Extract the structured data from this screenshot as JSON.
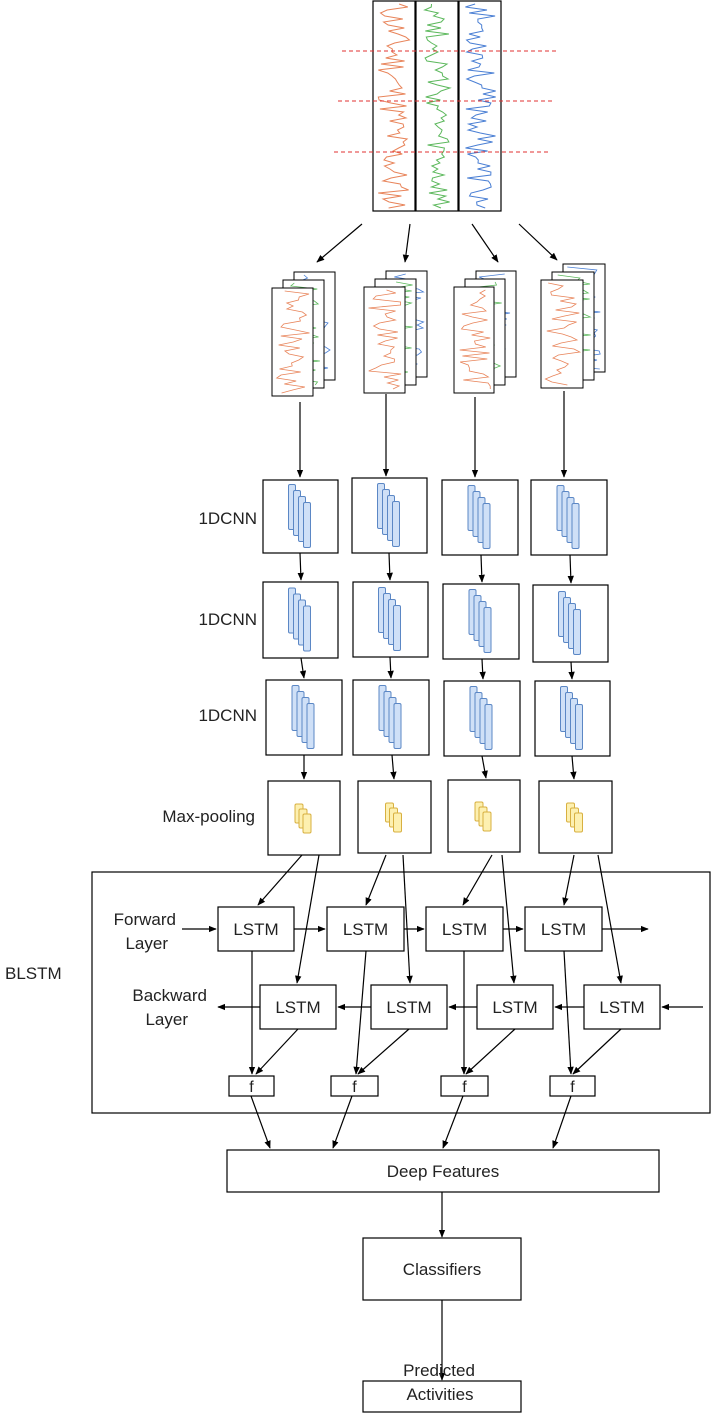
{
  "layers": {
    "cnn1": "1DCNN",
    "cnn2": "1DCNN",
    "cnn3": "1DCNN",
    "pool": "Max-pooling"
  },
  "blstm": {
    "title": "BLSTM",
    "forward_line1": "Forward",
    "forward_line2": "Layer",
    "backward_line1": "Backward",
    "backward_line2": "Layer",
    "cell_label": "LSTM",
    "merge_label": "f"
  },
  "outputs": {
    "features": "Deep Features",
    "classifiers": "Classifiers",
    "predicted_line1": "Predicted",
    "predicted_line2": "Activities"
  },
  "colors": {
    "signal_orange": "#e8845a",
    "signal_green": "#5cb85c",
    "signal_blue": "#4a7fd4",
    "window_line": "#e03030",
    "filter_fill": "#cfe0f7",
    "filter_stroke": "#5b87c5",
    "pool_fill": "#fdf0b0",
    "pool_stroke": "#d8b040",
    "stroke": "#000000"
  },
  "icons": [
    "raw-signal-icon",
    "window-stack-icon",
    "conv-filter-icon",
    "pool-map-icon"
  ]
}
